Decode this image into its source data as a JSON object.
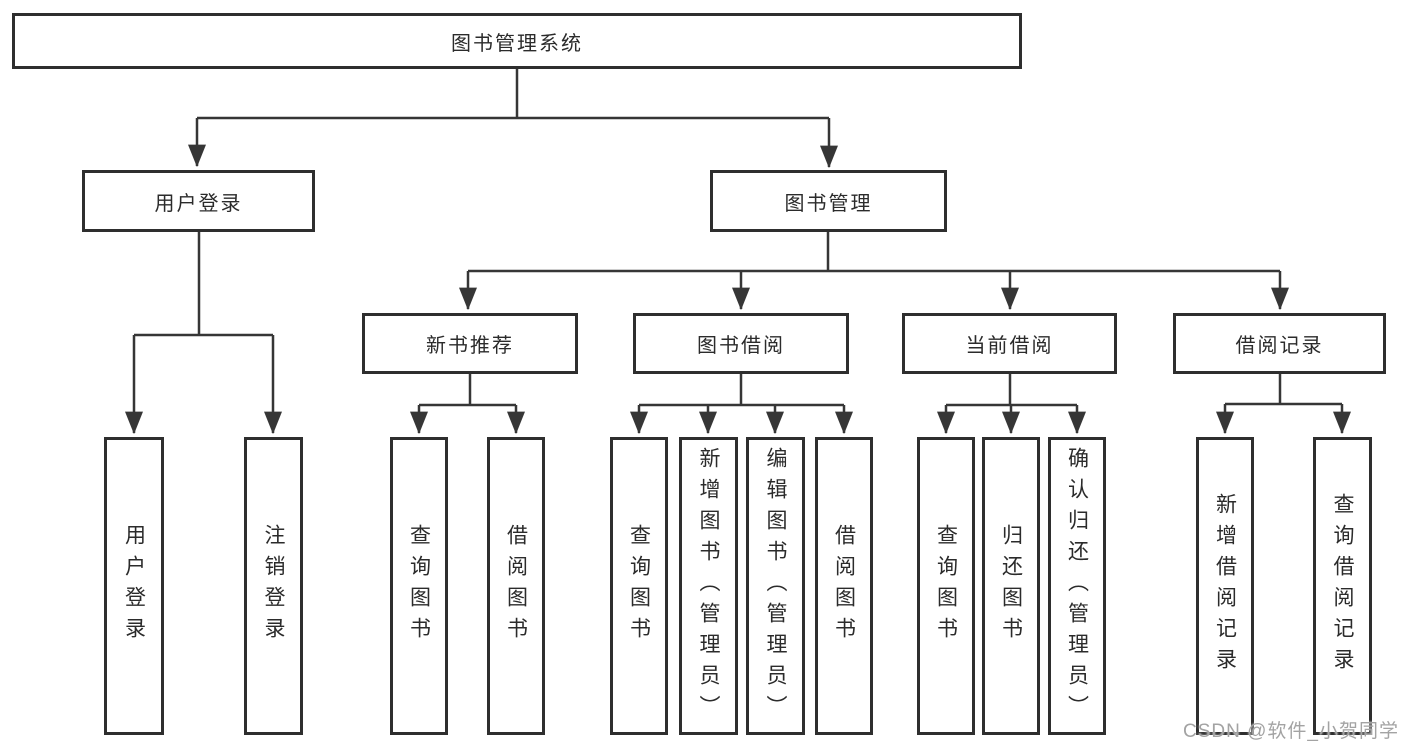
{
  "diagram": {
    "type": "function-structure-tree",
    "tree": {
      "label": "图书管理系统",
      "children": [
        {
          "label": "用户登录",
          "children": [
            {
              "label": "用户登录"
            },
            {
              "label": "注销登录"
            }
          ]
        },
        {
          "label": "图书管理",
          "children": [
            {
              "label": "新书推荐",
              "children": [
                {
                  "label": "查询图书"
                },
                {
                  "label": "借阅图书"
                }
              ]
            },
            {
              "label": "图书借阅",
              "children": [
                {
                  "label": "查询图书"
                },
                {
                  "label": "新增图书（管理员）"
                },
                {
                  "label": "编辑图书（管理员）"
                },
                {
                  "label": "借阅图书"
                }
              ]
            },
            {
              "label": "当前借阅",
              "children": [
                {
                  "label": "查询图书"
                },
                {
                  "label": "归还图书"
                },
                {
                  "label": "确认归还（管理员）"
                }
              ]
            },
            {
              "label": "借阅记录",
              "children": [
                {
                  "label": "新增借阅记录"
                },
                {
                  "label": "查询借阅记录"
                }
              ]
            }
          ]
        }
      ]
    },
    "colors": {
      "box_border": "#2e2e2e",
      "connector_line": "#363636",
      "text": "#2b2b2b",
      "background": "#ffffff"
    }
  },
  "watermark": {
    "text": "CSDN @软件_小贺同学",
    "color": "#a3a3a3"
  }
}
